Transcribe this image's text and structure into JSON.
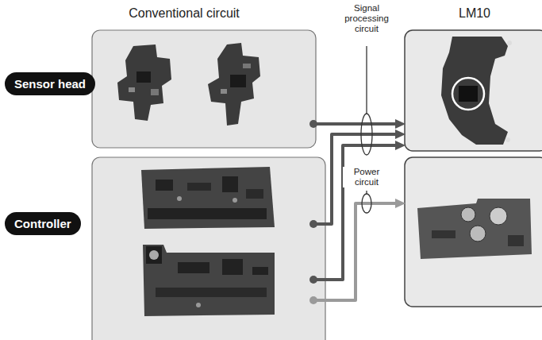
{
  "diagram": {
    "nodes": [
      {
        "text": [
          "Sensor head"
        ]
      },
      {
        "text": [
          "Controller"
        ]
      }
    ],
    "labels": [
      "Conventional circuit",
      "LM10",
      "Signal processing circuit",
      "Power circuit"
    ]
  }
}
